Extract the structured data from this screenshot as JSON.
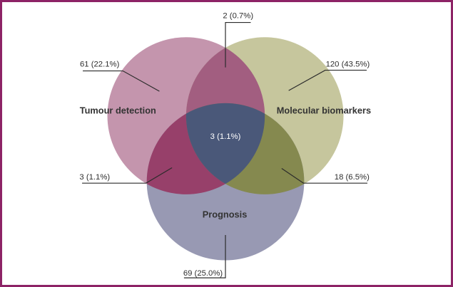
{
  "figure": {
    "kind": "venn3-figure",
    "background": "#ffffff"
  },
  "labels": {
    "set_tumour": "Tumour detection",
    "set_molecular": "Molecular biomarkers",
    "set_prognosis": "Prognosis",
    "tumour_only": "61 (22.1%)",
    "molecular_only": "120 (43.5%)",
    "prognosis_only": "69 (25.0%)",
    "tumour_molecular": "2 (0.7%)",
    "tumour_prognosis": "3 (1.1%)",
    "molecular_prognosis": "18 (6.5%)",
    "all_three": "3 (1.1%)"
  },
  "colors": {
    "border": "#8d2366",
    "tumour": "#c495ad",
    "molecular": "#c6c69d",
    "prognosis": "#9899b3",
    "tumour_molecular": "#a25e80",
    "tumour_prognosis": "#97406a",
    "molecular_prognosis": "#85894f",
    "all_three": "#4a5879",
    "leader_line": "#2b2b2b",
    "text": "#2e2e2e"
  },
  "chart_data": {
    "type": "venn",
    "sets": [
      "Tumour detection",
      "Molecular biomarkers",
      "Prognosis"
    ],
    "regions": [
      {
        "sets": [
          "Tumour detection"
        ],
        "count": 61,
        "percent": 22.1,
        "label": "61 (22.1%)"
      },
      {
        "sets": [
          "Molecular biomarkers"
        ],
        "count": 120,
        "percent": 43.5,
        "label": "120 (43.5%)"
      },
      {
        "sets": [
          "Prognosis"
        ],
        "count": 69,
        "percent": 25.0,
        "label": "69 (25.0%)"
      },
      {
        "sets": [
          "Tumour detection",
          "Molecular biomarkers"
        ],
        "count": 2,
        "percent": 0.7,
        "label": "2 (0.7%)"
      },
      {
        "sets": [
          "Tumour detection",
          "Prognosis"
        ],
        "count": 3,
        "percent": 1.1,
        "label": "3 (1.1%)"
      },
      {
        "sets": [
          "Molecular biomarkers",
          "Prognosis"
        ],
        "count": 18,
        "percent": 6.5,
        "label": "18 (6.5%)"
      },
      {
        "sets": [
          "Tumour detection",
          "Molecular biomarkers",
          "Prognosis"
        ],
        "count": 3,
        "percent": 1.1,
        "label": "3 (1.1%)"
      }
    ],
    "legend_position": "none",
    "grid": false
  }
}
